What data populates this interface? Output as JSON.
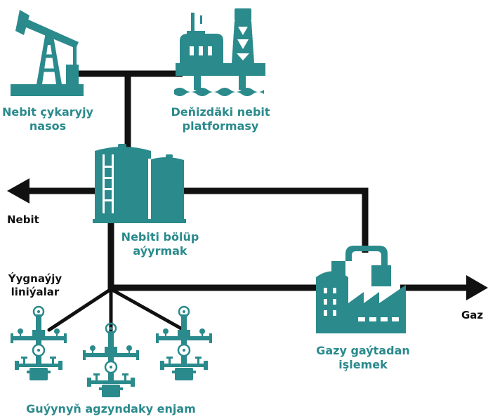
{
  "colors": {
    "icon": "#2a8a8c",
    "line": "#111111",
    "label_teal": "#2a8a8c",
    "label_dark": "#111111"
  },
  "icons": {
    "pump": "oil-pumpjack-icon",
    "platform": "offshore-oil-platform-icon",
    "tank": "storage-tank-icon",
    "plant": "gas-processing-plant-icon",
    "wellhead": "wellhead-valve-icon"
  },
  "labels": {
    "pump_line1": "Nebit çykaryjy",
    "pump_line2": "nasos",
    "platform_line1": "Deňizdäki nebit",
    "platform_line2": "platformasy",
    "separation_line1": "Nebiti bölüp",
    "separation_line2": "aýyrmak",
    "oil_out": "Nebit",
    "gathering_line1": "Ýygnaýjy",
    "gathering_line2": "liniýalar",
    "gas_out": "Gaz",
    "processing_line1": "Gazy gaýtadan",
    "processing_line2": "işlemek",
    "wellhead": "Guýynyň agzyndaky enjam"
  }
}
